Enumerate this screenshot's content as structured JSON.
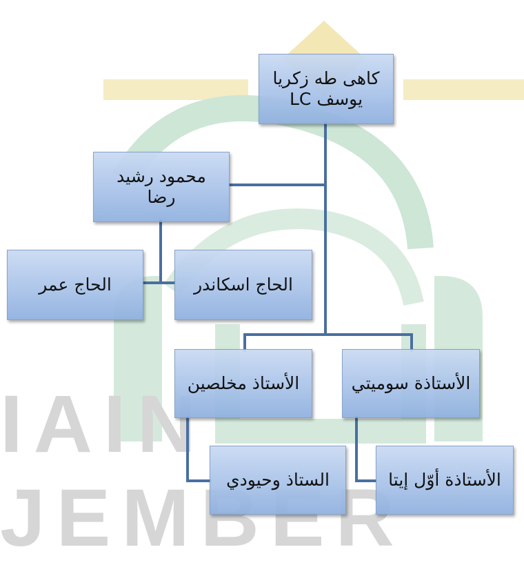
{
  "watermark": {
    "text": "IAIN JEMBER",
    "colors": {
      "green": "#1f8f4a",
      "light_green": "#d4e9dc",
      "gold": "#f3e7b5",
      "gray": "#d6d6d6"
    }
  },
  "nodes": {
    "root": {
      "line1": "كاهى طه زكريا",
      "line2": "يوسف LC"
    },
    "mahmud": {
      "line1": "محمود رشيد",
      "line2": "رضا"
    },
    "iskandar": {
      "label": "الحاج اسكاندر"
    },
    "umar": {
      "label": "الحاج عمر"
    },
    "mukhlisin": {
      "label": "الأستاذ مخلصين"
    },
    "sumiti": {
      "label": "الأستاذة سوميتي"
    },
    "wahyudi": {
      "label": "الستاذ وحيودي"
    },
    "awal": {
      "label": "الأستاذة أوّل إيتا"
    }
  },
  "colors": {
    "connector": "#4a6fa0",
    "box_border": "#7f9cc4"
  }
}
